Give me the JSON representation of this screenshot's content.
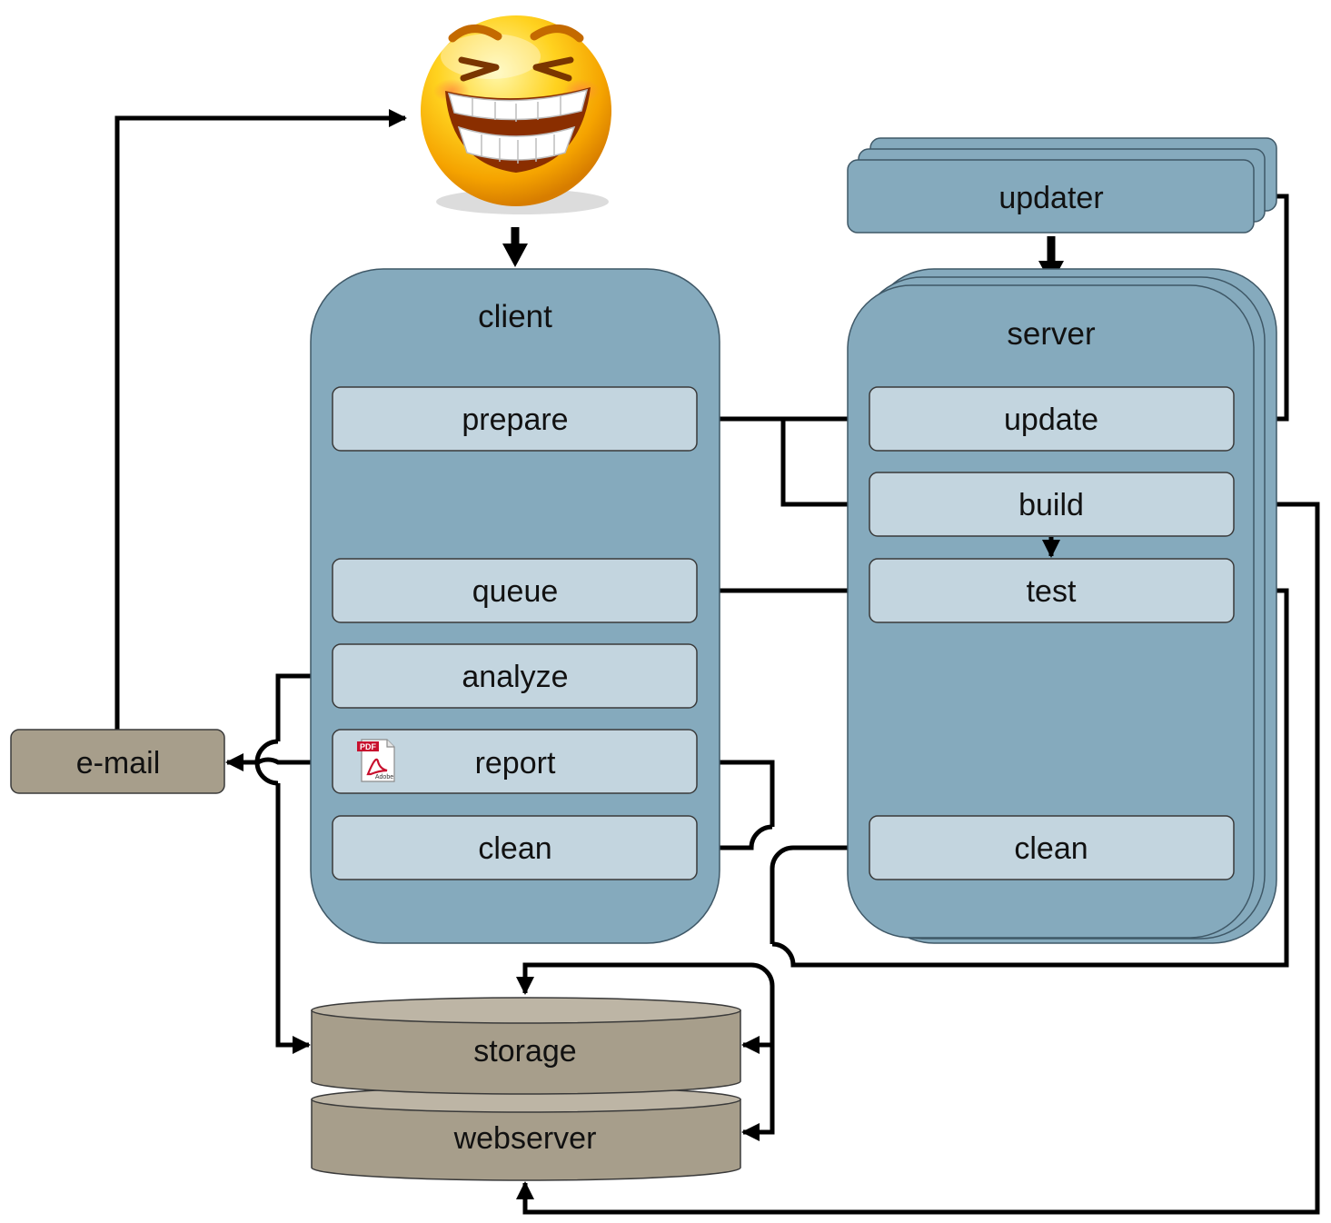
{
  "colors": {
    "panel": "#85aabd",
    "panel_stroke": "#3f5867",
    "step": "#c3d5df",
    "step_stroke": "#3a3a3a",
    "db": "#a79e8b",
    "db_top": "#bdb5a5",
    "email": "#a79e8b",
    "line": "#000000"
  },
  "smiley": {
    "icon": "laughing-smiley-icon"
  },
  "client": {
    "title": "client",
    "steps": {
      "prepare": "prepare",
      "queue": "queue",
      "analyze": "analyze",
      "report": "report",
      "clean": "clean"
    },
    "pdf_icon": {
      "icon": "pdf-document-icon",
      "badge": "PDF",
      "brand": "Adobe"
    }
  },
  "server": {
    "title": "server",
    "steps": {
      "update": "update",
      "build": "build",
      "test": "test",
      "clean": "clean"
    }
  },
  "updater": {
    "label": "updater"
  },
  "email": {
    "label": "e-mail"
  },
  "storage": {
    "label": "storage"
  },
  "webserver": {
    "label": "webserver"
  }
}
